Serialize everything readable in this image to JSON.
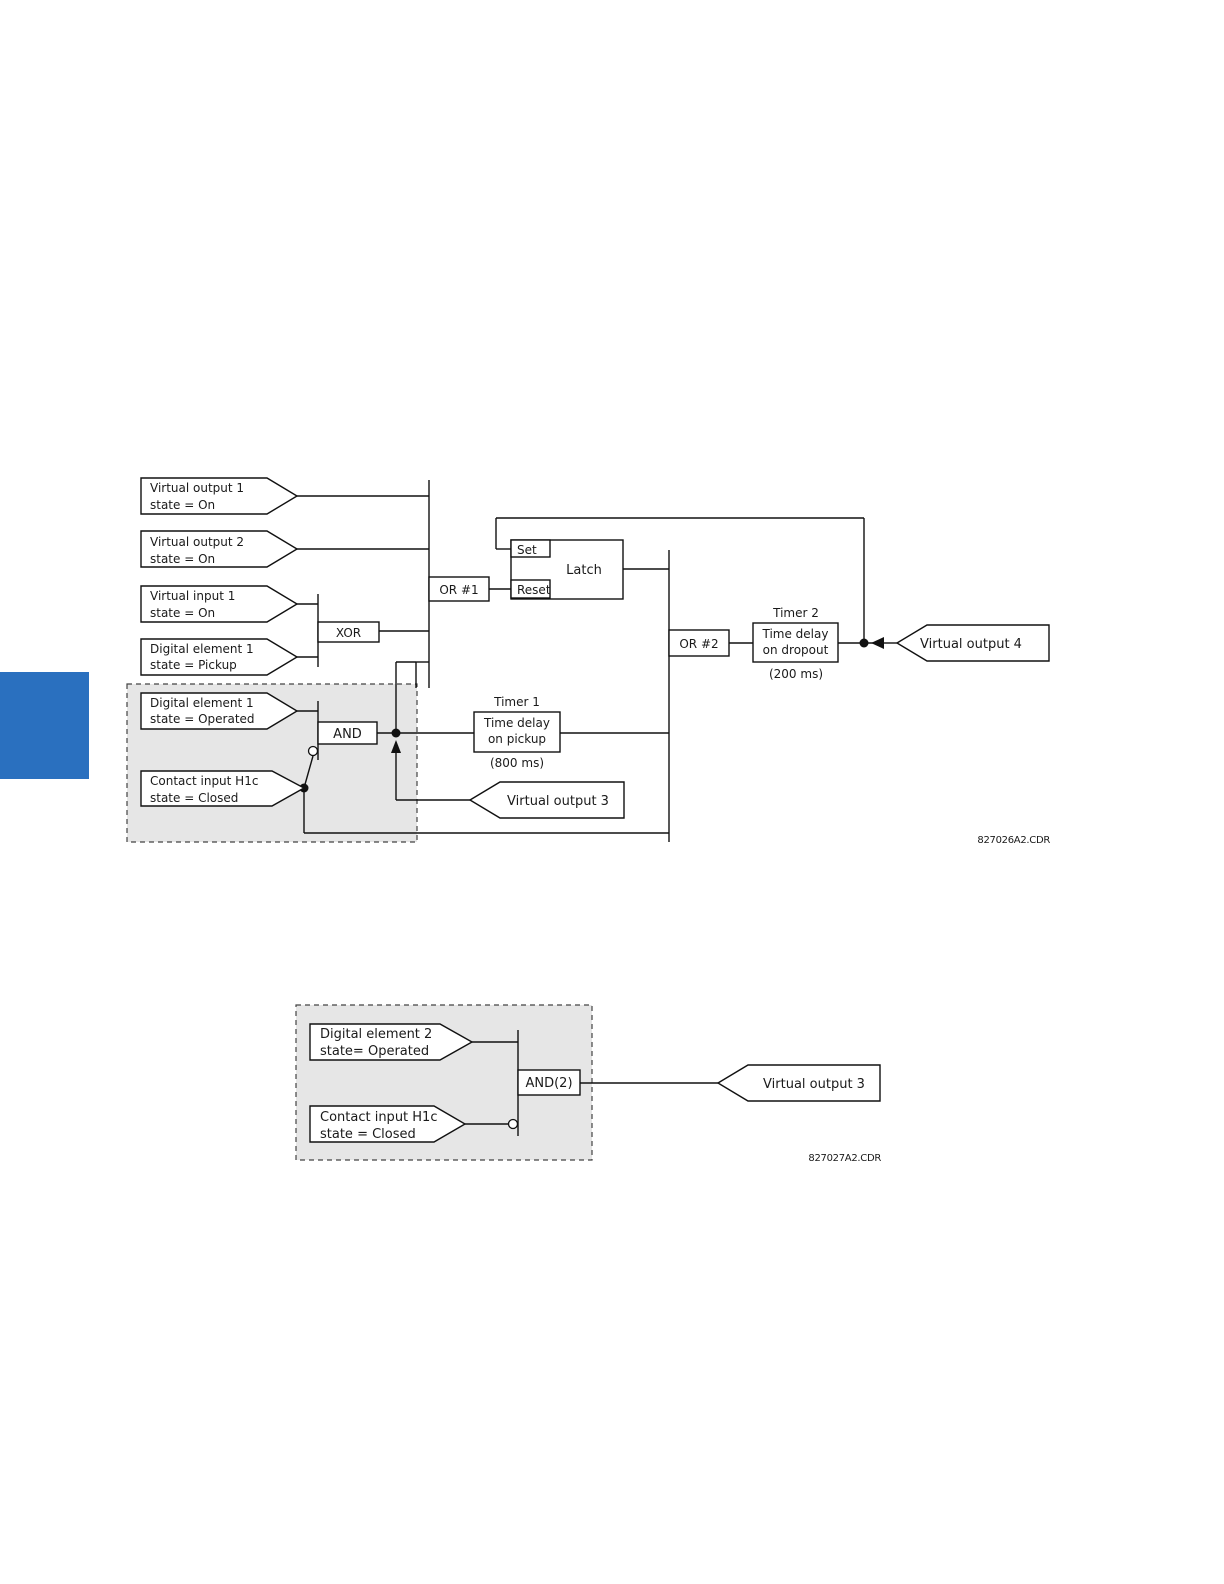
{
  "diagram1": {
    "inputs": {
      "vo1": [
        "Virtual output 1",
        "state = On"
      ],
      "vo2": [
        "Virtual output 2",
        "state = On"
      ],
      "vi1": [
        "Virtual input 1",
        "state = On"
      ],
      "de1p": [
        "Digital element 1",
        "state = Pickup"
      ],
      "de1o": [
        "Digital element 1",
        "state = Operated"
      ],
      "ch1c": [
        "Contact input H1c",
        "state = Closed"
      ]
    },
    "gates": {
      "xor": "XOR",
      "and": "AND",
      "or1": "OR #1",
      "or2": "OR #2"
    },
    "latch": {
      "label": "Latch",
      "set": "Set",
      "reset": "Reset"
    },
    "timer1": {
      "title": "Timer 1",
      "line1": "Time delay",
      "line2": "on pickup",
      "value": "(800 ms)"
    },
    "timer2": {
      "title": "Timer 2",
      "line1": "Time delay",
      "line2": "on dropout",
      "value": "(200 ms)"
    },
    "outputs": {
      "vo3": "Virtual output 3",
      "vo4": "Virtual output 4"
    },
    "code": "827026A2.CDR"
  },
  "diagram2": {
    "inputs": {
      "de2o": [
        "Digital element 2",
        "state= Operated"
      ],
      "ch1c": [
        "Contact input H1c",
        "state = Closed"
      ]
    },
    "gate": "AND(2)",
    "output": "Virtual output 3",
    "code": "827027A2.CDR"
  },
  "colors": {
    "side_tab": "#2a70bf",
    "shade": "#e6e6e6"
  }
}
